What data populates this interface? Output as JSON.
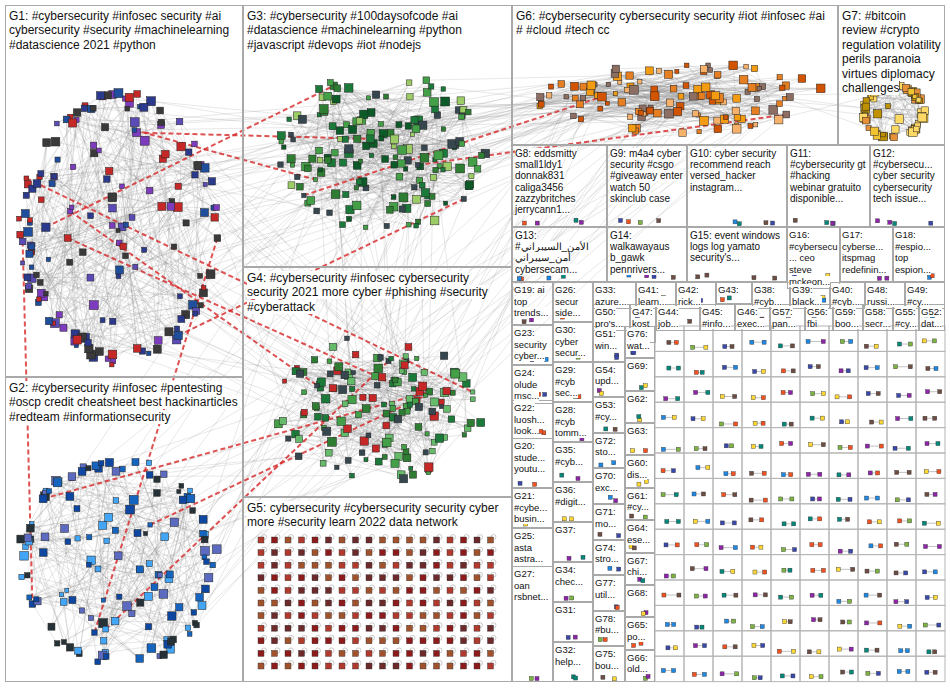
{
  "diagram": {
    "nodes": [
      {
        "text": [
          "G1: #cybersecurity #infosec security #ai cybersecurity #security #machinelearning #datascience 2021 #python"
        ]
      },
      {
        "text": [
          "G3: #cybersecurity #100daysofcode #ai #datascience #machinelearning #python #javascript #devops #iot #nodejs"
        ]
      },
      {
        "text": [
          "G6: #cybersecurity cybersecurity security #iot #infosec #ai # #cloud #tech cc"
        ]
      },
      {
        "text": [
          "G7: #bitcoin review #crypto regulation volatility perils paranoia virtues diplomacy challenges"
        ]
      },
      {
        "text": [
          "G8: eddsmitty small1ldy1 donnak831 caliga3456 zazzybritches jerrycann1..."
        ]
      },
      {
        "text": [
          "G9: m4a4 cyber security #csgo #giveaway enter watch 50 skinclub case"
        ]
      },
      {
        "text": [
          "G10: cyber security recommend reach versed_hacker instagram..."
        ]
      },
      {
        "text": [
          "G11: #cybersecurity gt #hacking webinar gratuito disponible..."
        ]
      },
      {
        "text": [
          "G12: #cybersecu... cyber security cybersecurity tech issue..."
        ]
      },
      {
        "text": [
          "G13: #الأمن_السيبراني أمن_سيبراني cybersecam..."
        ]
      },
      {
        "text": [
          "G14: walkawayaus b_gawk pennrivers..."
        ]
      },
      {
        "text": [
          "G15: event windows logs log yamato security's..."
        ]
      },
      {
        "text": [
          "G16: #cybersecu... ceo steve mckeon..."
        ]
      },
      {
        "text": [
          "G17: cyberse... itspmag redefinin..."
        ]
      },
      {
        "text": [
          "G18: #espio... top espion..."
        ]
      },
      {
        "text": [
          "G4: #cybersecurity #infosec cybersecurity security 2021 more cyber #phishing #security #cyberattack"
        ]
      },
      {
        "text": [
          "G2: #cybersecurity #infosec #pentesting #oscp credit cheatsheet best hackinarticles #redteam #informationsecurity"
        ]
      },
      {
        "text": [
          "G5: cybersecurity #cybersecurity security cyber more #security learn 2022 data network"
        ]
      },
      {
        "text": [
          "G33: azure..."
        ]
      },
      {
        "text": [
          "G41: learn..."
        ]
      },
      {
        "text": [
          "G42: rick..."
        ]
      },
      {
        "text": [
          "G43:"
        ]
      },
      {
        "text": [
          "G38: #cyb..."
        ]
      },
      {
        "text": [
          "G39: black..."
        ]
      },
      {
        "text": [
          "G40: #cyb..."
        ]
      },
      {
        "text": [
          "G48: russi..."
        ]
      },
      {
        "text": [
          "G49: #cy..."
        ]
      },
      {
        "text": [
          "G50: pro's..."
        ]
      },
      {
        "text": [
          "G47: kosta..."
        ]
      },
      {
        "text": [
          "G44: job..."
        ]
      },
      {
        "text": [
          "G45: #info..."
        ]
      },
      {
        "text": [
          "G46: exec..."
        ]
      },
      {
        "text": [
          "G57: pan..."
        ]
      },
      {
        "text": [
          "G56: fbi"
        ]
      },
      {
        "text": [
          "G59: boo..."
        ]
      },
      {
        "text": [
          "G58: secr..."
        ]
      },
      {
        "text": [
          "G55: #cy..."
        ]
      },
      {
        "text": [
          "G52: dat..."
        ]
      },
      {
        "text": [
          "G19: ai top trends..."
        ]
      },
      {
        "text": [
          "G23: security cyber..."
        ]
      },
      {
        "text": [
          "G24: olude msc..."
        ]
      },
      {
        "text": [
          "G22: luosh... look..."
        ]
      },
      {
        "text": [
          "G20: stude... youtu..."
        ]
      },
      {
        "text": [
          "G21: #cybe... busin..."
        ]
      },
      {
        "text": [
          "G25: asta astra..."
        ]
      },
      {
        "text": [
          "G27: oan rsbnet..."
        ]
      },
      {
        "text": [
          "G26: secur side..."
        ]
      },
      {
        "text": [
          "G30: cyber secur..."
        ]
      },
      {
        "text": [
          "G29: #cyb sec..."
        ]
      },
      {
        "text": [
          "G28: #cyb tomm..."
        ]
      },
      {
        "text": [
          "G35: #cyb..."
        ]
      },
      {
        "text": [
          "G36: #digit..."
        ]
      },
      {
        "text": [
          "G37:"
        ]
      },
      {
        "text": [
          "G34: chec..."
        ]
      },
      {
        "text": [
          "G31:"
        ]
      },
      {
        "text": [
          "G32: help..."
        ]
      },
      {
        "text": [
          "G51: win..."
        ]
      },
      {
        "text": [
          "G54: upd..."
        ]
      },
      {
        "text": [
          "G53: #cy..."
        ]
      },
      {
        "text": [
          "G72: sto..."
        ]
      },
      {
        "text": [
          "G70: exc..."
        ]
      },
      {
        "text": [
          "G71: mo..."
        ]
      },
      {
        "text": [
          "G74: stro..."
        ]
      },
      {
        "text": [
          "G77: util..."
        ]
      },
      {
        "text": [
          "G78: #bu..."
        ]
      },
      {
        "text": [
          "G75: bou..."
        ]
      },
      {
        "text": [
          "G76: wat..."
        ]
      },
      {
        "text": [
          "G69:"
        ]
      },
      {
        "text": [
          "G62:"
        ]
      },
      {
        "text": [
          "G63:"
        ]
      },
      {
        "text": [
          "G60: dis..."
        ]
      },
      {
        "text": [
          "G61: #cy..."
        ]
      },
      {
        "text": [
          "G64: ese..."
        ]
      },
      {
        "text": [
          "G67: chi..."
        ]
      },
      {
        "text": [
          "G68:"
        ]
      },
      {
        "text": [
          "G65: po..."
        ]
      },
      {
        "text": [
          "G66: old..."
        ]
      }
    ]
  }
}
